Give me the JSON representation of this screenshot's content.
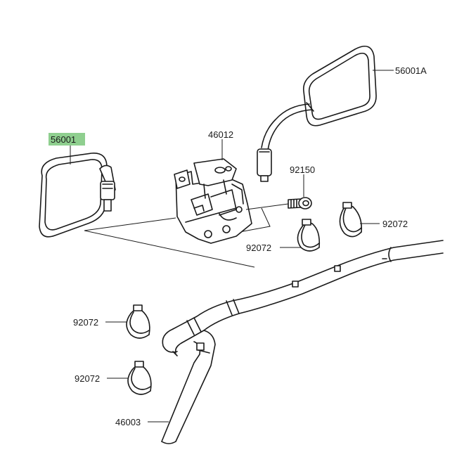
{
  "highlight_color": "#8fcf8f",
  "labels": {
    "mirror_left": "56001",
    "mirror_right": "56001A",
    "bracket": "46012",
    "bolt": "92150",
    "clamp_upper_right": "92072",
    "clamp_upper_left": "92072",
    "clamp_lower_1": "92072",
    "clamp_lower_2": "92072",
    "handlebar": "46003"
  }
}
